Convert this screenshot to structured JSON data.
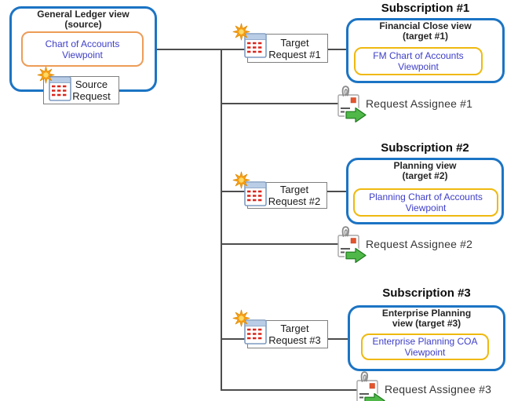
{
  "diagram": {
    "source": {
      "title": "General Ledger view",
      "subtitle": "(source)",
      "viewpoint": "Chart of Accounts Viewpoint",
      "request": {
        "line1": "Source",
        "line2": "Request"
      }
    },
    "subscriptions": [
      {
        "title": "Subscription #1",
        "view_title": "Financial Close view",
        "view_subtitle": "(target #1)",
        "viewpoint": "FM Chart of Accounts Viewpoint",
        "request": {
          "line1": "Target",
          "line2": "Request #1"
        },
        "assignee": "Request Assignee #1"
      },
      {
        "title": "Subscription #2",
        "view_title": "Planning view",
        "view_subtitle": "(target #2)",
        "viewpoint": "Planning Chart of Accounts Viewpoint",
        "request": {
          "line1": "Target",
          "line2": "Request #2"
        },
        "assignee": "Request Assignee #2"
      },
      {
        "title": "Subscription #3",
        "view_title": "Enterprise Planning",
        "view_subtitle": "view (target #3)",
        "viewpoint": "Enterprise Planning COA Viewpoint",
        "request": {
          "line1": "Target",
          "line2": "Request #3"
        },
        "assignee": "Request Assignee #3"
      }
    ],
    "icons": {
      "request": "new-request-spreadsheet-star-icon",
      "assignee": "note-paperclip-green-arrow-icon"
    },
    "colors": {
      "blue": "#1b74c4",
      "orange": "#ed9c57",
      "gold": "#efb90f",
      "vptext": "#3e3ec8",
      "line": "#4d4d4d",
      "heading": "#262626"
    }
  }
}
